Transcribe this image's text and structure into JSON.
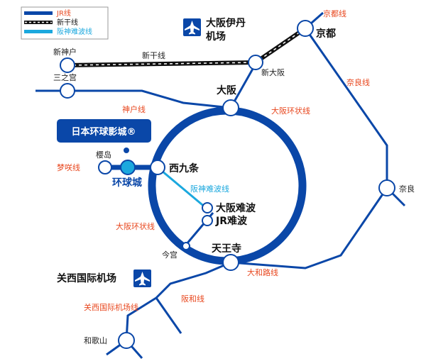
{
  "colors": {
    "jr": "#0a47a8",
    "shinkansen": "#111111",
    "hanshin": "#1ba8de",
    "line_label": "#e8471e",
    "usj_fill": "#0a47a8"
  },
  "legend": {
    "jr": "JR线",
    "shinkansen": "新干线",
    "hanshin": "阪神难波线"
  },
  "airports": {
    "itami_line1": "大阪伊丹",
    "itami_line2": "机场",
    "kansai": "关西国际机场"
  },
  "usj": {
    "label": "日本环球影城®"
  },
  "stations": {
    "shin_kobe": "新神户",
    "sannomiya": "三之宫",
    "shin_osaka": "新大阪",
    "osaka": "大阪",
    "kyoto": "京都",
    "sakurajima": "樱岛",
    "universal_city": "环球城",
    "nishikujo": "西九条",
    "osaka_namba": "大阪难波",
    "jr_namba": "JR难波",
    "imamiya": "今宫",
    "tennoji": "天王寺",
    "nara": "奈良",
    "wakayama": "和歌山"
  },
  "lines": {
    "shinkansen": "新干线",
    "kobe": "神户线",
    "osaka_loop_right": "大阪环状线",
    "osaka_loop_left": "大阪环状线",
    "kyoto": "京都线",
    "nara": "奈良线",
    "yumesaki": "梦咲线",
    "hanshin_namba": "阪神难波线",
    "yamatoji": "大和路线",
    "hanwa": "阪和线",
    "kansai_airport": "关西国际机场线"
  }
}
